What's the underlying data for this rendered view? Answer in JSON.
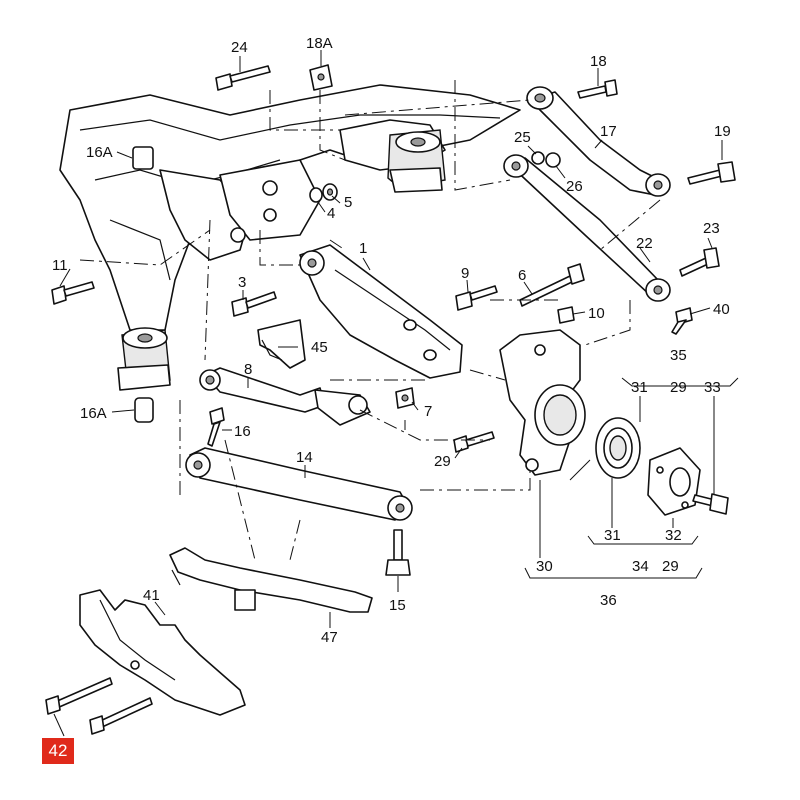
{
  "labels": [
    {
      "id": "24",
      "text": "24"
    },
    {
      "id": "18A",
      "text": "18A"
    },
    {
      "id": "18",
      "text": "18"
    },
    {
      "id": "17",
      "text": "17"
    },
    {
      "id": "19",
      "text": "19"
    },
    {
      "id": "25",
      "text": "25"
    },
    {
      "id": "26",
      "text": "26"
    },
    {
      "id": "16A_top",
      "text": "16A"
    },
    {
      "id": "5",
      "text": "5"
    },
    {
      "id": "4",
      "text": "4"
    },
    {
      "id": "1",
      "text": "1"
    },
    {
      "id": "23",
      "text": "23"
    },
    {
      "id": "22",
      "text": "22"
    },
    {
      "id": "11",
      "text": "11"
    },
    {
      "id": "3",
      "text": "3"
    },
    {
      "id": "9",
      "text": "9"
    },
    {
      "id": "6",
      "text": "6"
    },
    {
      "id": "10",
      "text": "10"
    },
    {
      "id": "40",
      "text": "40"
    },
    {
      "id": "45",
      "text": "45"
    },
    {
      "id": "35",
      "text": "35"
    },
    {
      "id": "8",
      "text": "8"
    },
    {
      "id": "31_top",
      "text": "31"
    },
    {
      "id": "29_top",
      "text": "29"
    },
    {
      "id": "33",
      "text": "33"
    },
    {
      "id": "16A_bottom",
      "text": "16A"
    },
    {
      "id": "7",
      "text": "7"
    },
    {
      "id": "16",
      "text": "16"
    },
    {
      "id": "29_mid",
      "text": "29"
    },
    {
      "id": "14",
      "text": "14"
    },
    {
      "id": "31_bottom",
      "text": "31"
    },
    {
      "id": "32",
      "text": "32"
    },
    {
      "id": "30",
      "text": "30"
    },
    {
      "id": "34",
      "text": "34"
    },
    {
      "id": "29_bottom",
      "text": "29"
    },
    {
      "id": "36",
      "text": "36"
    },
    {
      "id": "41",
      "text": "41"
    },
    {
      "id": "15",
      "text": "15"
    },
    {
      "id": "47",
      "text": "47"
    }
  ],
  "highlighted_label": "42",
  "colors": {
    "line": "#111111",
    "highlight": "#e02a1b",
    "background": "#ffffff"
  }
}
